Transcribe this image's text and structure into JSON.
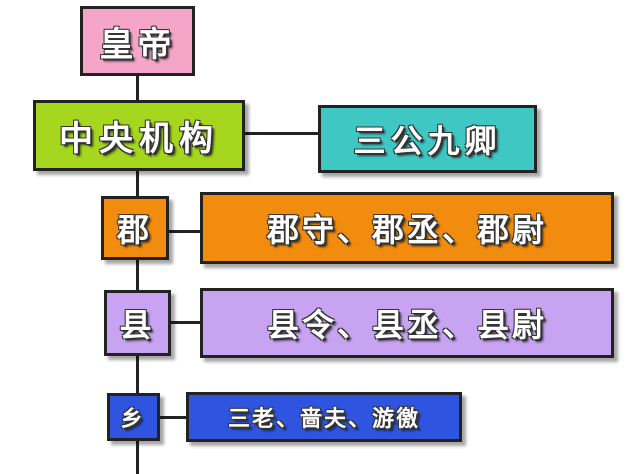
{
  "nodes": {
    "emperor": {
      "label": "皇帝",
      "color": "#f5a6c8"
    },
    "central": {
      "label": "中央机构",
      "color": "#a6d61e"
    },
    "sangong": {
      "label": "三公九卿",
      "color": "#3fc7c4"
    },
    "jun": {
      "label": "郡",
      "color": "#f28c0e"
    },
    "jun_officials": {
      "label": "郡守、郡丞、郡尉",
      "color": "#f28c0e"
    },
    "xian": {
      "label": "县",
      "color": "#c7a3f2"
    },
    "xian_officials": {
      "label": "县令、县丞、县尉",
      "color": "#c7a3f2"
    },
    "xiang": {
      "label": "乡",
      "color": "#2f55e0"
    },
    "xiang_officials": {
      "label": "三老、啬夫、游徼",
      "color": "#2f55e0"
    }
  }
}
